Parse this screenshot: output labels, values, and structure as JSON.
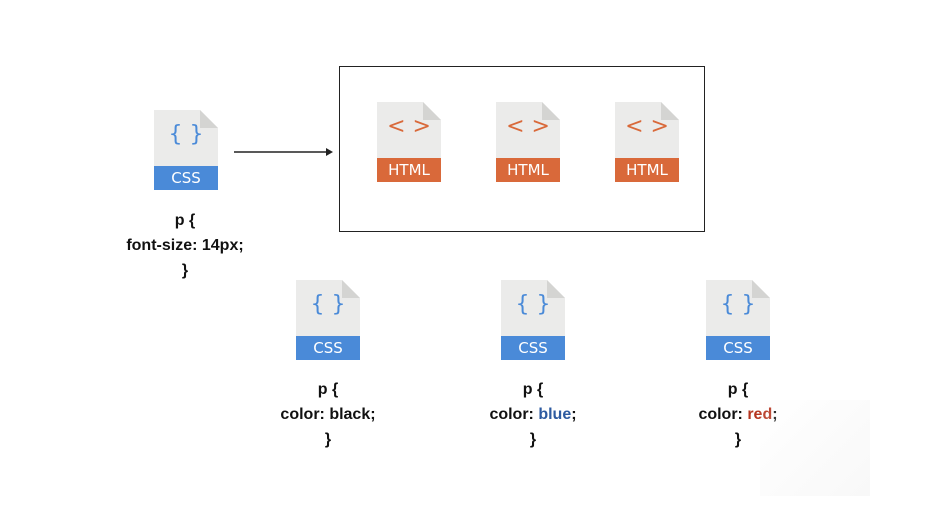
{
  "colors": {
    "css_file": "#4a8ad8",
    "html_file": "#d9693a",
    "file_body": "#ebebea",
    "file_fold": "#d4d4d2",
    "text": "#111111"
  },
  "source_css": {
    "icon": "css-file-icon",
    "file_label": "CSS",
    "glyph": "{ }",
    "rule": {
      "open": "p {",
      "declaration": "font-size: 14px;",
      "close": "}"
    }
  },
  "html_group": [
    {
      "icon": "html-file-icon",
      "file_label": "HTML",
      "glyph": "< >"
    },
    {
      "icon": "html-file-icon",
      "file_label": "HTML",
      "glyph": "< >"
    },
    {
      "icon": "html-file-icon",
      "file_label": "HTML",
      "glyph": "< >"
    }
  ],
  "override_css": [
    {
      "icon": "css-file-icon",
      "file_label": "CSS",
      "glyph": "{ }",
      "rule": {
        "open": "p {",
        "property": "color: ",
        "value": "black",
        "end": ";",
        "close": "}"
      },
      "value_color": "#111111"
    },
    {
      "icon": "css-file-icon",
      "file_label": "CSS",
      "glyph": "{ }",
      "rule": {
        "open": "p {",
        "property": "color: ",
        "value": "blue",
        "end": ";",
        "close": "}"
      },
      "value_color": "#2d5aa0"
    },
    {
      "icon": "css-file-icon",
      "file_label": "CSS",
      "glyph": "{ }",
      "rule": {
        "open": "p {",
        "property": "color: ",
        "value": "red",
        "end": ";",
        "close": "}"
      },
      "value_color": "#b5351f"
    }
  ]
}
